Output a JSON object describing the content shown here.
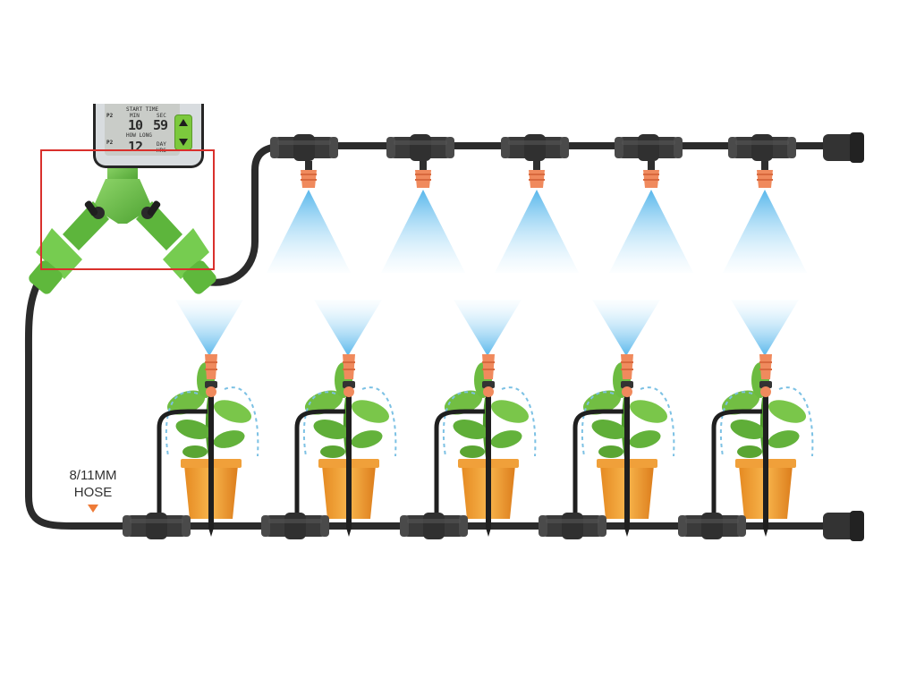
{
  "labels": {
    "hose_line1": "8/11MM",
    "hose_line2": "HOSE"
  },
  "timer_display": {
    "row_start": "START TIME",
    "row_min": "MIN",
    "row_sec": "SEC",
    "row_how_long": "HOW LONG",
    "row_day": "DAY",
    "row_hrs": "HRS",
    "program_a": "P2",
    "program_b": "P2",
    "digits_a": "10",
    "digits_b": "59",
    "digits_c": "12"
  },
  "colors": {
    "hose": "#2b2b2b",
    "fitting": "#3a3a3a",
    "valve_green": "#6cc24a",
    "nozzle": "#f08a5d",
    "mist": "#8fd0f2",
    "pot": "#f3a23b",
    "leaf": "#6bb83a",
    "highlight": "#d9302c"
  },
  "icons": [
    "digital-timer-icon",
    "y-splitter-valve-icon",
    "mist-nozzle-icon",
    "potted-plant-icon",
    "drip-stake-icon",
    "tee-connector-icon",
    "end-plug-icon"
  ]
}
